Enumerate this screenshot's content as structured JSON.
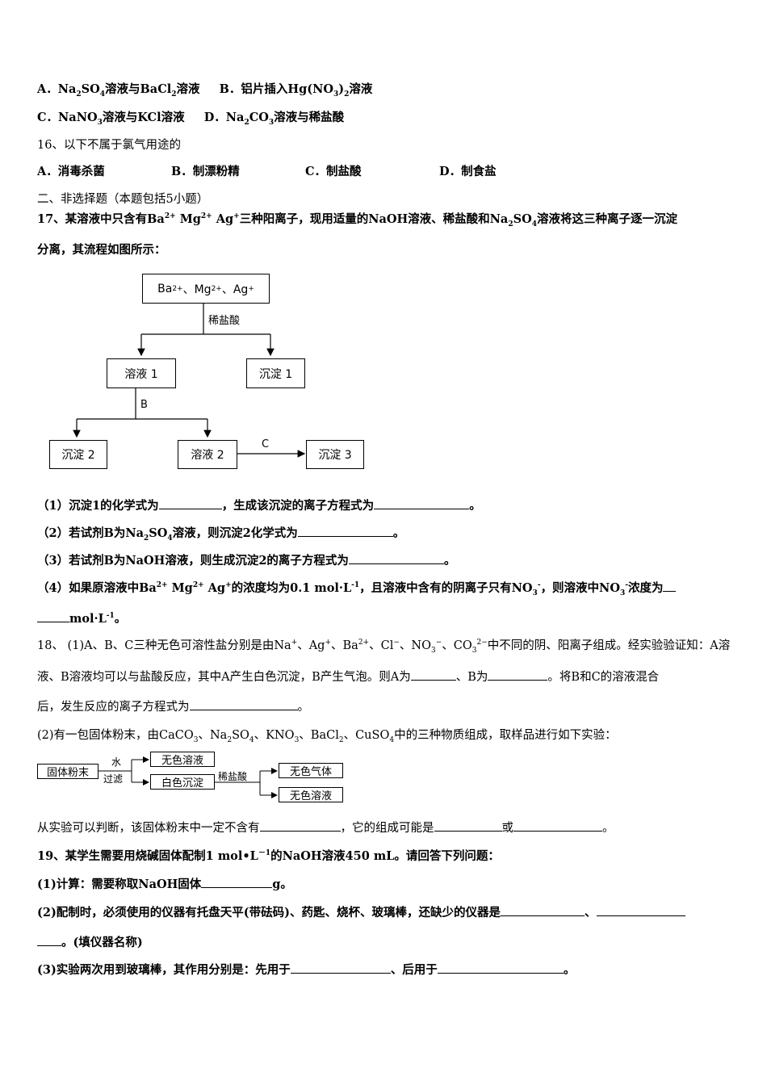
{
  "q15": {
    "optA_pre": "A．Na",
    "optA_s1": "2",
    "optA_mid": "SO",
    "optA_s2": "4",
    "optA_mid2": "溶液与BaCl",
    "optA_s3": "2",
    "optA_post": "溶液",
    "optB_pre": "B．铝片插入Hg(NO",
    "optB_s1": "3",
    "optB_mid": ")",
    "optB_s2": "2",
    "optB_post": "溶液",
    "optC_pre": "C．NaNO",
    "optC_s1": "3",
    "optC_post": "溶液与KCl溶液",
    "optD_pre": "D．Na",
    "optD_s1": "2",
    "optD_mid": "CO",
    "optD_s2": "3",
    "optD_post": "溶液与稀盐酸"
  },
  "q16": {
    "stem": "16、以下不属于氯气用途的",
    "options": [
      "A．消毒杀菌",
      "B．制漂粉精",
      "C．制盐酸",
      "D．制食盐"
    ]
  },
  "section2": "二、非选择题（本题包括5小题）",
  "q17": {
    "stem_a": "17、某溶液中只含有Ba",
    "sup1": "2+",
    "stem_b": " Mg",
    "sup2": "2+",
    "stem_c": " Ag",
    "sup3": "+",
    "stem_d": "三种阳离子，现用适量的NaOH溶液、稀盐酸和Na",
    "sub1": "2",
    "stem_e": "SO",
    "sub2": "4",
    "stem_f": "溶液将这三种离子逐一沉淀",
    "stem2": "分离，其流程如图所示：",
    "flow": {
      "top_a": "Ba",
      "top_sa": "2+",
      "top_b": "、Mg",
      "top_sb": "2+",
      "top_c": " 、Ag",
      "top_sc": "+",
      "reagent1": "稀盐酸",
      "sol1": "溶液 1",
      "ppt1": "沉淀 1",
      "reagentB": "B",
      "ppt2": "沉淀 2",
      "sol2": "溶液 2",
      "reagentC": "C",
      "ppt3": "沉淀 3"
    },
    "p1_a": "（1）沉淀1的化学式为",
    "p1_b": "，生成该沉淀的离子方程式为",
    "p1_c": "。",
    "p2_a": "（2）若试剂B为Na",
    "p2_s1": "2",
    "p2_b": "SO",
    "p2_s2": "4",
    "p2_c": "溶液，则沉淀2化学式为",
    "p2_d": "。",
    "p3_a": "（3）若试剂B为NaOH溶液，则生成沉淀2的离子方程式为",
    "p3_b": "。",
    "p4_a": "（4）如果原溶液中Ba",
    "p4_s1": "2+",
    "p4_b": " Mg",
    "p4_s2": "2+",
    "p4_c": " Ag",
    "p4_s3": "+",
    "p4_d": "的浓度均为0.1 mol·L",
    "p4_s4": "-1",
    "p4_e": "，且溶液中含有的阴离子只有NO",
    "p4_s5": "3",
    "p4_s5b": "-",
    "p4_f": "，则溶液中NO",
    "p4_s6": "3",
    "p4_s6b": "-",
    "p4_g": "浓度为",
    "p4_h": "mol·L",
    "p4_s7": "-1",
    "p4_i": "。"
  },
  "q18": {
    "l1_a": "18、 (1)A、B、C三种无色可溶性盐分别是由Na",
    "l1_s1": "+",
    "l1_b": "、Ag",
    "l1_s2": "+",
    "l1_c": "、Ba",
    "l1_s3": "2+",
    "l1_d": "、Cl",
    "l1_s4": "−",
    "l1_e": "、NO",
    "l1_s5": "3",
    "l1_s5b": "−",
    "l1_f": "、CO",
    "l1_s6": "3",
    "l1_s6b": "2−",
    "l1_g": "中不同的阴、阳离子组成。经实验验证知：A溶",
    "l2_a": "液、B溶液均可以与盐酸反应，其中A产生白色沉淀，B产生气泡。则A为",
    "l2_b": "、B为",
    "l2_c": "。将B和C的溶液混合",
    "l3_a": "后，发生反应的离子方程式为",
    "l3_b": "。",
    "l4_a": "(2)有一包固体粉末，由CaCO",
    "l4_s1": "3",
    "l4_b": "、Na",
    "l4_s2": "2",
    "l4_c": "SO",
    "l4_s3": "4",
    "l4_d": "、KNO",
    "l4_s4": "3",
    "l4_e": "、BaCl",
    "l4_s5": "2",
    "l4_f": "、CuSO",
    "l4_s6": "4",
    "l4_g": "中的三种物质组成，取样品进行如下实验：",
    "scheme": {
      "start": "固体粉末",
      "water": "水",
      "filter": "过滤",
      "sol": "无色溶液",
      "ppt": "白色沉淀",
      "acid": "稀盐酸",
      "gas": "无色气体",
      "sol2": "无色溶液"
    },
    "l5_a": "从实验可以判断，该固体粉末中一定不含有",
    "l5_b": "，它的组成可能是",
    "l5_c": "或",
    "l5_d": "。"
  },
  "q19": {
    "stem_a": "19、某学生需要用烧碱固体配制1 mol•L",
    "stem_s": "－1",
    "stem_b": "的NaOH溶液450  mL。请回答下列问题：",
    "p1_a": "(1)计算：需要称取NaOH固体",
    "p1_b": "g。",
    "p2_a": "(2)配制时，必须使用的仪器有托盘天平(带砝码)、药匙、烧杯、玻璃棒，还缺少的仪器是",
    "p2_b": "、",
    "p2_c": "。(填仪器名称)",
    "p3_a": "(3)实验两次用到玻璃棒，其作用分别是：先用于",
    "p3_b": "、后用于",
    "p3_c": "。"
  }
}
